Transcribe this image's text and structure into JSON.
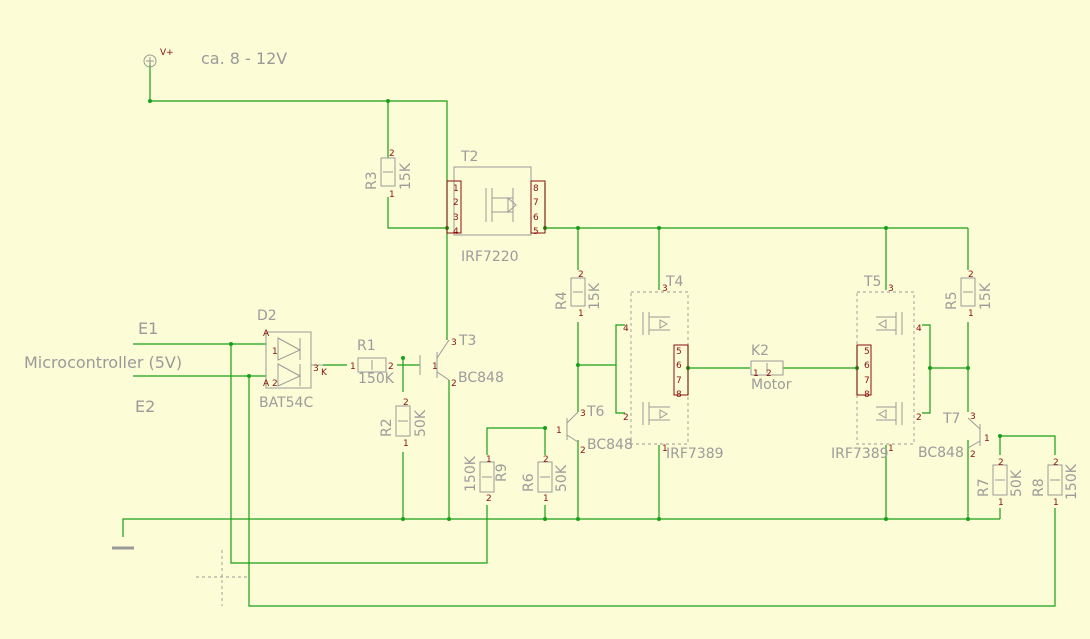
{
  "supply": {
    "symbol_label": "V+",
    "voltage_text": "ca. 8 - 12V"
  },
  "inputs": {
    "e1": "E1",
    "e2": "E2",
    "mcu": "Microcontroller (5V)"
  },
  "parts": {
    "d2": {
      "ref": "D2",
      "value": "BAT54C",
      "pin_a1": "A",
      "pin_a2": "A",
      "pin_k": "K"
    },
    "r1": {
      "ref": "R1",
      "value": "150K"
    },
    "r2": {
      "ref": "R2",
      "value": "50K"
    },
    "r3": {
      "ref": "R3",
      "value": "15K"
    },
    "r4": {
      "ref": "R4",
      "value": "15K"
    },
    "r5": {
      "ref": "R5",
      "value": "15K"
    },
    "r6": {
      "ref": "R6",
      "value": "50K"
    },
    "r7": {
      "ref": "R7",
      "value": "50K"
    },
    "r8": {
      "ref": "R8",
      "value": "150K"
    },
    "r9": {
      "ref": "R9",
      "value": "150K"
    },
    "t2": {
      "ref": "T2",
      "value": "IRF7220"
    },
    "t3": {
      "ref": "T3",
      "value": "BC848"
    },
    "t4": {
      "ref": "T4",
      "value": "IRF7389"
    },
    "t5": {
      "ref": "T5",
      "value": "IRF7389"
    },
    "t6": {
      "ref": "T6",
      "value": "BC848"
    },
    "t7": {
      "ref": "T7",
      "value": "BC848"
    },
    "k2": {
      "ref": "K2",
      "value": "Motor"
    }
  },
  "pins": {
    "one": "1",
    "two": "2",
    "three": "3",
    "four": "4",
    "five": "5",
    "six": "6",
    "seven": "7",
    "eight": "8"
  },
  "colors": {
    "background": "#fcfcd6",
    "wire": "#1aa01a",
    "part": "#9a9a9a",
    "pin": "#8a1010"
  }
}
